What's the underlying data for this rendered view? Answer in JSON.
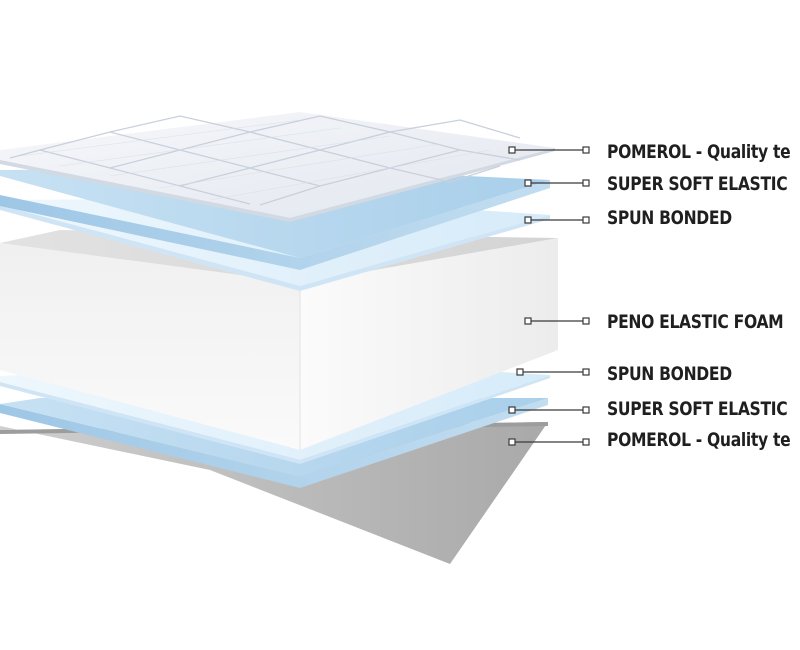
{
  "diagram": {
    "layers": [
      {
        "id": "top-cover",
        "label": "POMEROL - Quality te",
        "kind": "quilted-cover",
        "color": "#eef1f6"
      },
      {
        "id": "top-soft-foam",
        "label": "SUPER SOFT ELASTIC",
        "kind": "foam",
        "color": "#bcd9ee"
      },
      {
        "id": "top-spun",
        "label": "SPUN BONDED",
        "kind": "fabric",
        "color": "#e6f3fc"
      },
      {
        "id": "core-foam",
        "label": "PENO ELASTIC FOAM",
        "kind": "core",
        "color": "#f2f2f2"
      },
      {
        "id": "bottom-spun",
        "label": "SPUN BONDED",
        "kind": "fabric",
        "color": "#e6f3fc"
      },
      {
        "id": "bottom-soft-foam",
        "label": "SUPER SOFT ELASTIC",
        "kind": "foam",
        "color": "#b6d6ec"
      },
      {
        "id": "bottom-cover",
        "label": "POMEROL - Quality te",
        "kind": "base-cover",
        "color": "#b9b9b9"
      }
    ],
    "colors": {
      "line": "#3a3a3a",
      "text": "#1f1f1f"
    }
  }
}
